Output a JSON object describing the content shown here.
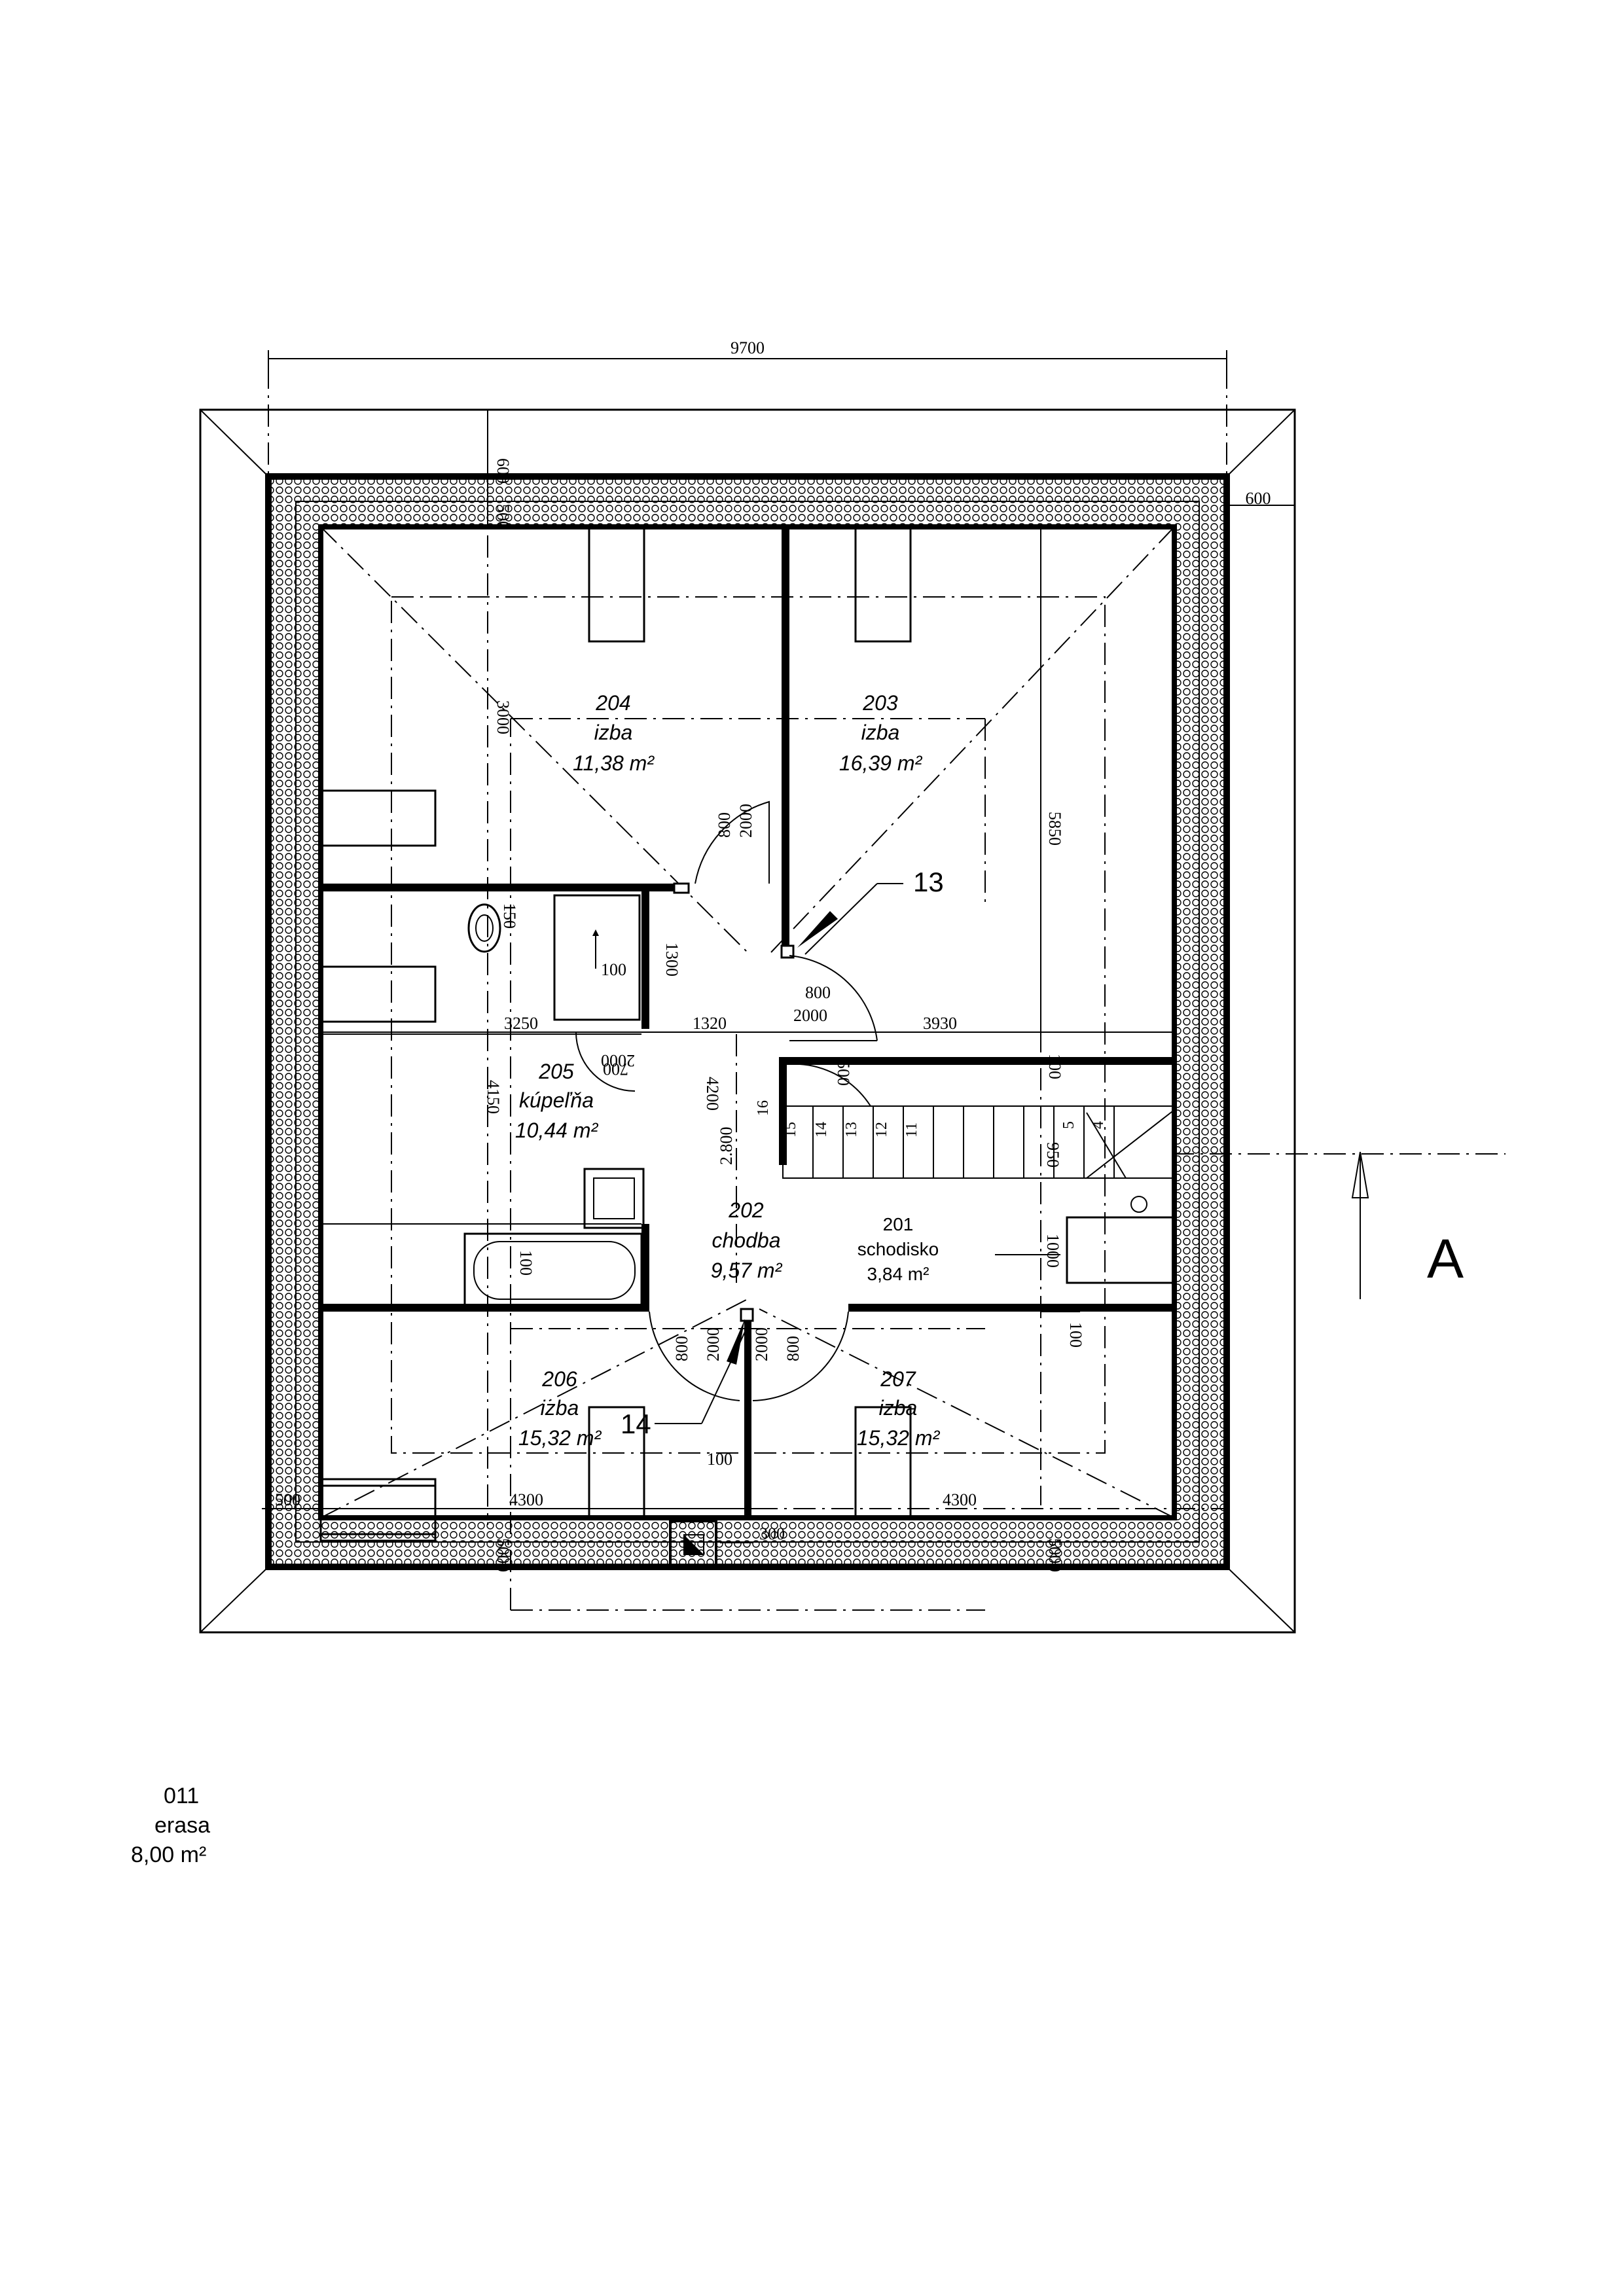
{
  "drawing": {
    "overall_dimension": "9700",
    "overhang_dimension": "600",
    "section_marker": "A"
  },
  "rooms": [
    {
      "number": "204",
      "name": "izba",
      "area": "11,38 m²"
    },
    {
      "number": "203",
      "name": "izba",
      "area": "16,39 m²"
    },
    {
      "number": "205",
      "name": "kúpeľňa",
      "area": "10,44 m²"
    },
    {
      "number": "202",
      "name": "chodba",
      "area": "9,57 m²"
    },
    {
      "number": "201",
      "name": "schodisko",
      "area": "3,84 m²"
    },
    {
      "number": "206",
      "name": "izba",
      "area": "15,32 m²"
    },
    {
      "number": "207",
      "name": "izba",
      "area": "15,32 m²"
    },
    {
      "number": "011",
      "name": "erasa",
      "area": "8,00 m²"
    }
  ],
  "callouts": [
    "13",
    "14"
  ],
  "dimensions": {
    "d600_top": "600",
    "d500_top": "500",
    "d3000": "3000",
    "d5850": "5850",
    "d2000_a": "2000",
    "d800_a": "800",
    "d150": "150",
    "d1300": "1300",
    "d100_a": "100",
    "d3250": "3250",
    "d1320": "1320",
    "d3930": "3930",
    "d800_b": "800",
    "d2000_b": "2000",
    "d700": "700",
    "d2000_c": "2000",
    "d500_mid": "500",
    "d100_b": "100",
    "d4150": "4150",
    "d4200": "4200",
    "d2800": "2.800",
    "d950": "950",
    "d1000": "1000",
    "d100_c": "100",
    "d100_d": "100",
    "d800_c": "800",
    "d2000_d": "2000",
    "d2000_e": "2000",
    "d800_d": "800",
    "d100_e": "100",
    "d500_left": "500",
    "d4300_a": "4300",
    "d4300_b": "4300",
    "d300": "300",
    "d5000_a": "5000",
    "d5000_b": "5000"
  },
  "stair_steps": [
    "16",
    "15",
    "14",
    "13",
    "12",
    "11",
    "5",
    "4"
  ]
}
